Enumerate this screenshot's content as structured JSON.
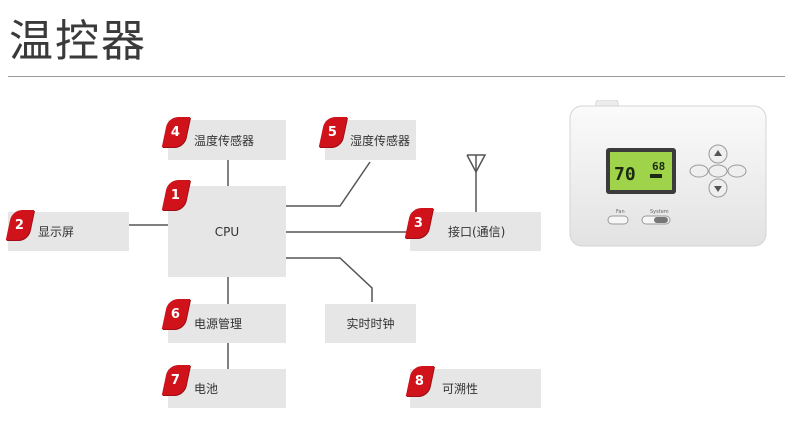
{
  "title": "温控器",
  "nodes": {
    "cpu": {
      "label": "CPU"
    },
    "display": {
      "num": "2",
      "label": "显示屏"
    },
    "temp_sensor": {
      "num": "4",
      "label": "温度传感器"
    },
    "humidity_sensor": {
      "num": "5",
      "label": "湿度传感器"
    },
    "interface": {
      "num": "3",
      "label": "接口(通信)"
    },
    "cpu_badge": {
      "num": "1"
    },
    "power": {
      "num": "6",
      "label": "电源管理"
    },
    "clock": {
      "label": "实时时钟"
    },
    "battery": {
      "num": "7",
      "label": "电池"
    },
    "traceability": {
      "num": "8",
      "label": "可溯性"
    }
  },
  "device": {
    "lcd_temp": "70",
    "lcd_set": "68",
    "switch1_label": "Fan",
    "switch2_label": "System",
    "colors": {
      "lcd": "#9fd34a",
      "body": "#f3f3f3"
    }
  },
  "colors": {
    "badge": "#d0121b",
    "box": "#e6e6e6",
    "line": "#555555"
  }
}
